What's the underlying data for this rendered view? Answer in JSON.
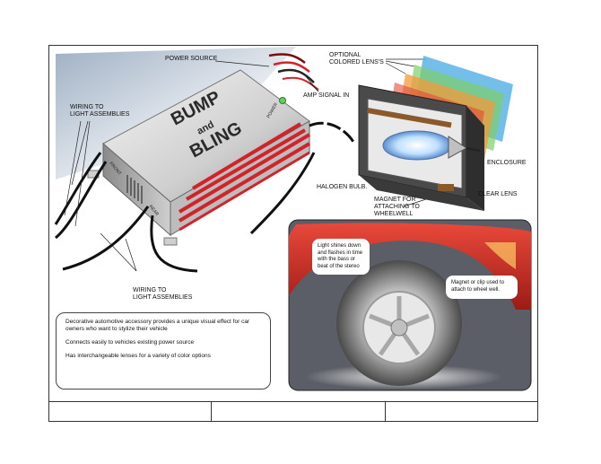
{
  "labels": {
    "power_source": "POWER SOURCE",
    "optional_lens_line1": "OPTIONAL",
    "optional_lens_line2": "COLORED LENS'S",
    "amp_signal_in": "AMP SIGNAL IN",
    "wiring_top_line1": "WIRING TO",
    "wiring_top_line2": "LIGHT ASSEMBLIES",
    "enclosure": "ENCLOSURE",
    "halogen_bulb": "HALOGEN BULB.",
    "clear_lens": "CLEAR LENS",
    "magnet_line1": "MAGNET  FOR",
    "magnet_line2": "ATTACHING TO",
    "magnet_line3": "WHEELWELL",
    "wiring_bottom_line1": "WIRING TO",
    "wiring_bottom_line2": "LIGHT ASSEMBLIES"
  },
  "device": {
    "logo_line1": "BUMP",
    "logo_line2": "and",
    "logo_line3": "BLING",
    "port_power": "POWER",
    "port_left": "FRONT",
    "port_right": "REAR"
  },
  "callouts": {
    "light": "Light shines down and flashes in time with the bass or beat of the stereo",
    "magnet": "Magnet or clip used to attach to wheel well."
  },
  "notes": [
    "Decorative automotive accessory provides a unique visual effect for car owners who want to stylize their vehicle",
    "Connects easily to vehicles existing power source",
    "Has interchangeable lenses for a variety of color options"
  ],
  "colors": {
    "accent_red": "#d2232a",
    "lens_blue": "#5ab4e6",
    "lens_orange": "#f29a3a",
    "lens_red": "#e24a3c",
    "lens_green": "#7dcf6a"
  }
}
